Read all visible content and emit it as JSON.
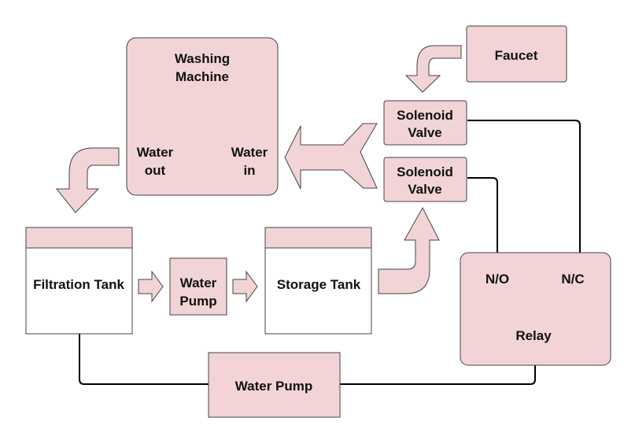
{
  "diagram": {
    "washing_machine": {
      "title_line1": "Washing",
      "title_line2": "Machine"
    },
    "water_out": {
      "line1": "Water",
      "line2": "out"
    },
    "water_in": {
      "line1": "Water",
      "line2": "in"
    },
    "faucet": "Faucet",
    "solenoid_valve_top": {
      "line1": "Solenoid",
      "line2": "Valve"
    },
    "solenoid_valve_bottom": {
      "line1": "Solenoid",
      "line2": "Valve"
    },
    "filtration_tank": "Filtration Tank",
    "water_pump_middle": {
      "line1": "Water",
      "line2": "Pump"
    },
    "storage_tank": "Storage Tank",
    "relay": {
      "no_label": "N/O",
      "nc_label": "N/C",
      "title": "Relay"
    },
    "water_pump_bottom": "Water Pump"
  },
  "colors": {
    "block_fill": "#f2d4d6",
    "outline": "#444444",
    "wire": "#000000"
  }
}
